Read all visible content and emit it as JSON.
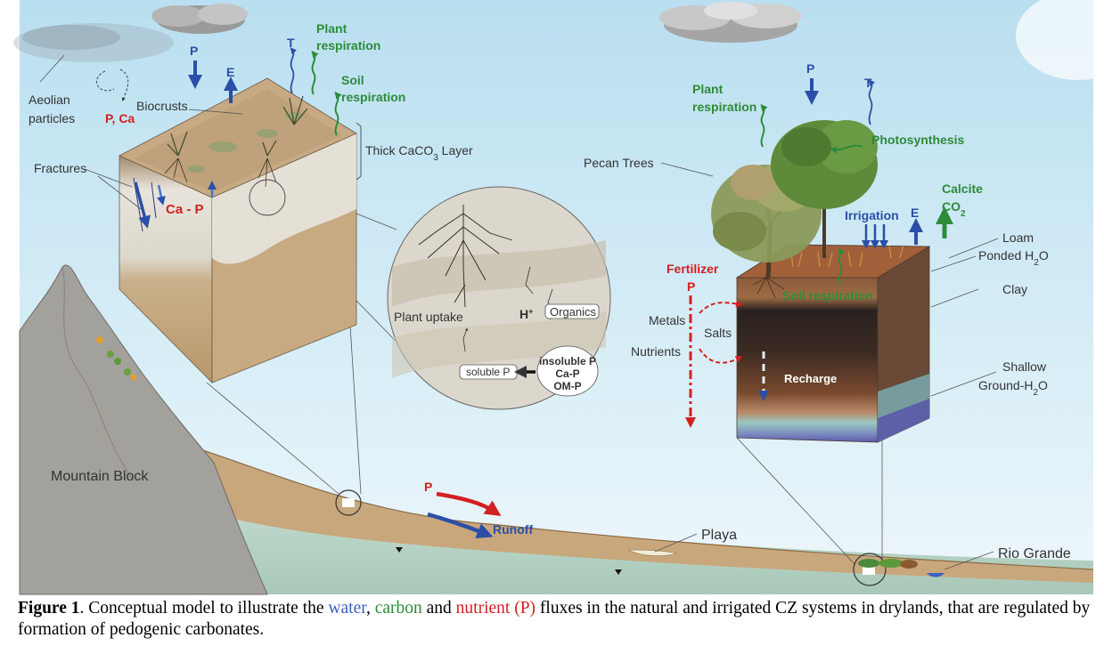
{
  "diagram": {
    "left_block": {
      "aeolian": "Aeolian",
      "particles": "particles",
      "p_ca": "P, Ca",
      "biocrusts": "Biocrusts",
      "fractures": "Fractures",
      "ca_p": "Ca - P",
      "thick_layer_prefix": "Thick CaCO",
      "thick_layer_sub": "3",
      "thick_layer_suffix": " Layer",
      "flux_p": "P",
      "flux_e": "E",
      "flux_t": "T",
      "plant_resp_1": "Plant",
      "plant_resp_2": "respiration",
      "soil_resp_1": "Soil",
      "soil_resp_2": "respiration"
    },
    "inset": {
      "plant_uptake": "Plant uptake",
      "h_plus": "H",
      "h_plus_sup": "+",
      "organics": "Organics",
      "soluble_p": "soluble P",
      "insoluble_1": "insoluble P",
      "insoluble_2": "Ca-P",
      "insoluble_3": "OM-P"
    },
    "right_block": {
      "plant_resp_1": "Plant",
      "plant_resp_2": "respiration",
      "flux_p": "P",
      "flux_t": "T",
      "photosynthesis": "Photosynthesis",
      "pecan_trees": "Pecan Trees",
      "calcite_1": "Calcite",
      "calcite_2": "CO",
      "calcite_sub": "2",
      "irrigation": "Irrigation",
      "flux_e": "E",
      "loam": "Loam",
      "ponded_prefix": "Ponded H",
      "ponded_sub": "2",
      "ponded_suffix": "O",
      "clay": "Clay",
      "shallow_1": "Shallow",
      "shallow_2_prefix": "Ground-H",
      "shallow_2_sub": "2",
      "shallow_2_suffix": "O",
      "fertilizer": "Fertilizer",
      "fert_p": "P",
      "soil_resp": "Soil respiration",
      "metals": "Metals",
      "salts": "Salts",
      "nutrients": "Nutrients",
      "recharge": "Recharge"
    },
    "landscape": {
      "mountain_block": "Mountain Block",
      "runoff_p": "P",
      "runoff": "Runoff",
      "playa": "Playa",
      "rio_grande": "Rio Grande"
    },
    "colors": {
      "water": "#3b5fc4",
      "carbon": "#2e8b3a",
      "nutrient": "#d42020"
    }
  },
  "caption": {
    "label": "Figure 1",
    "t1": ". Conceptual model to illustrate the ",
    "water": "water",
    "t2": ", ",
    "carbon": "carbon",
    "t3": " and ",
    "nutrient": "nutrient (P)",
    "t4": " fluxes in the natural and irrigated CZ systems in drylands, that are regulated by formation of pedogenic carbonates."
  }
}
